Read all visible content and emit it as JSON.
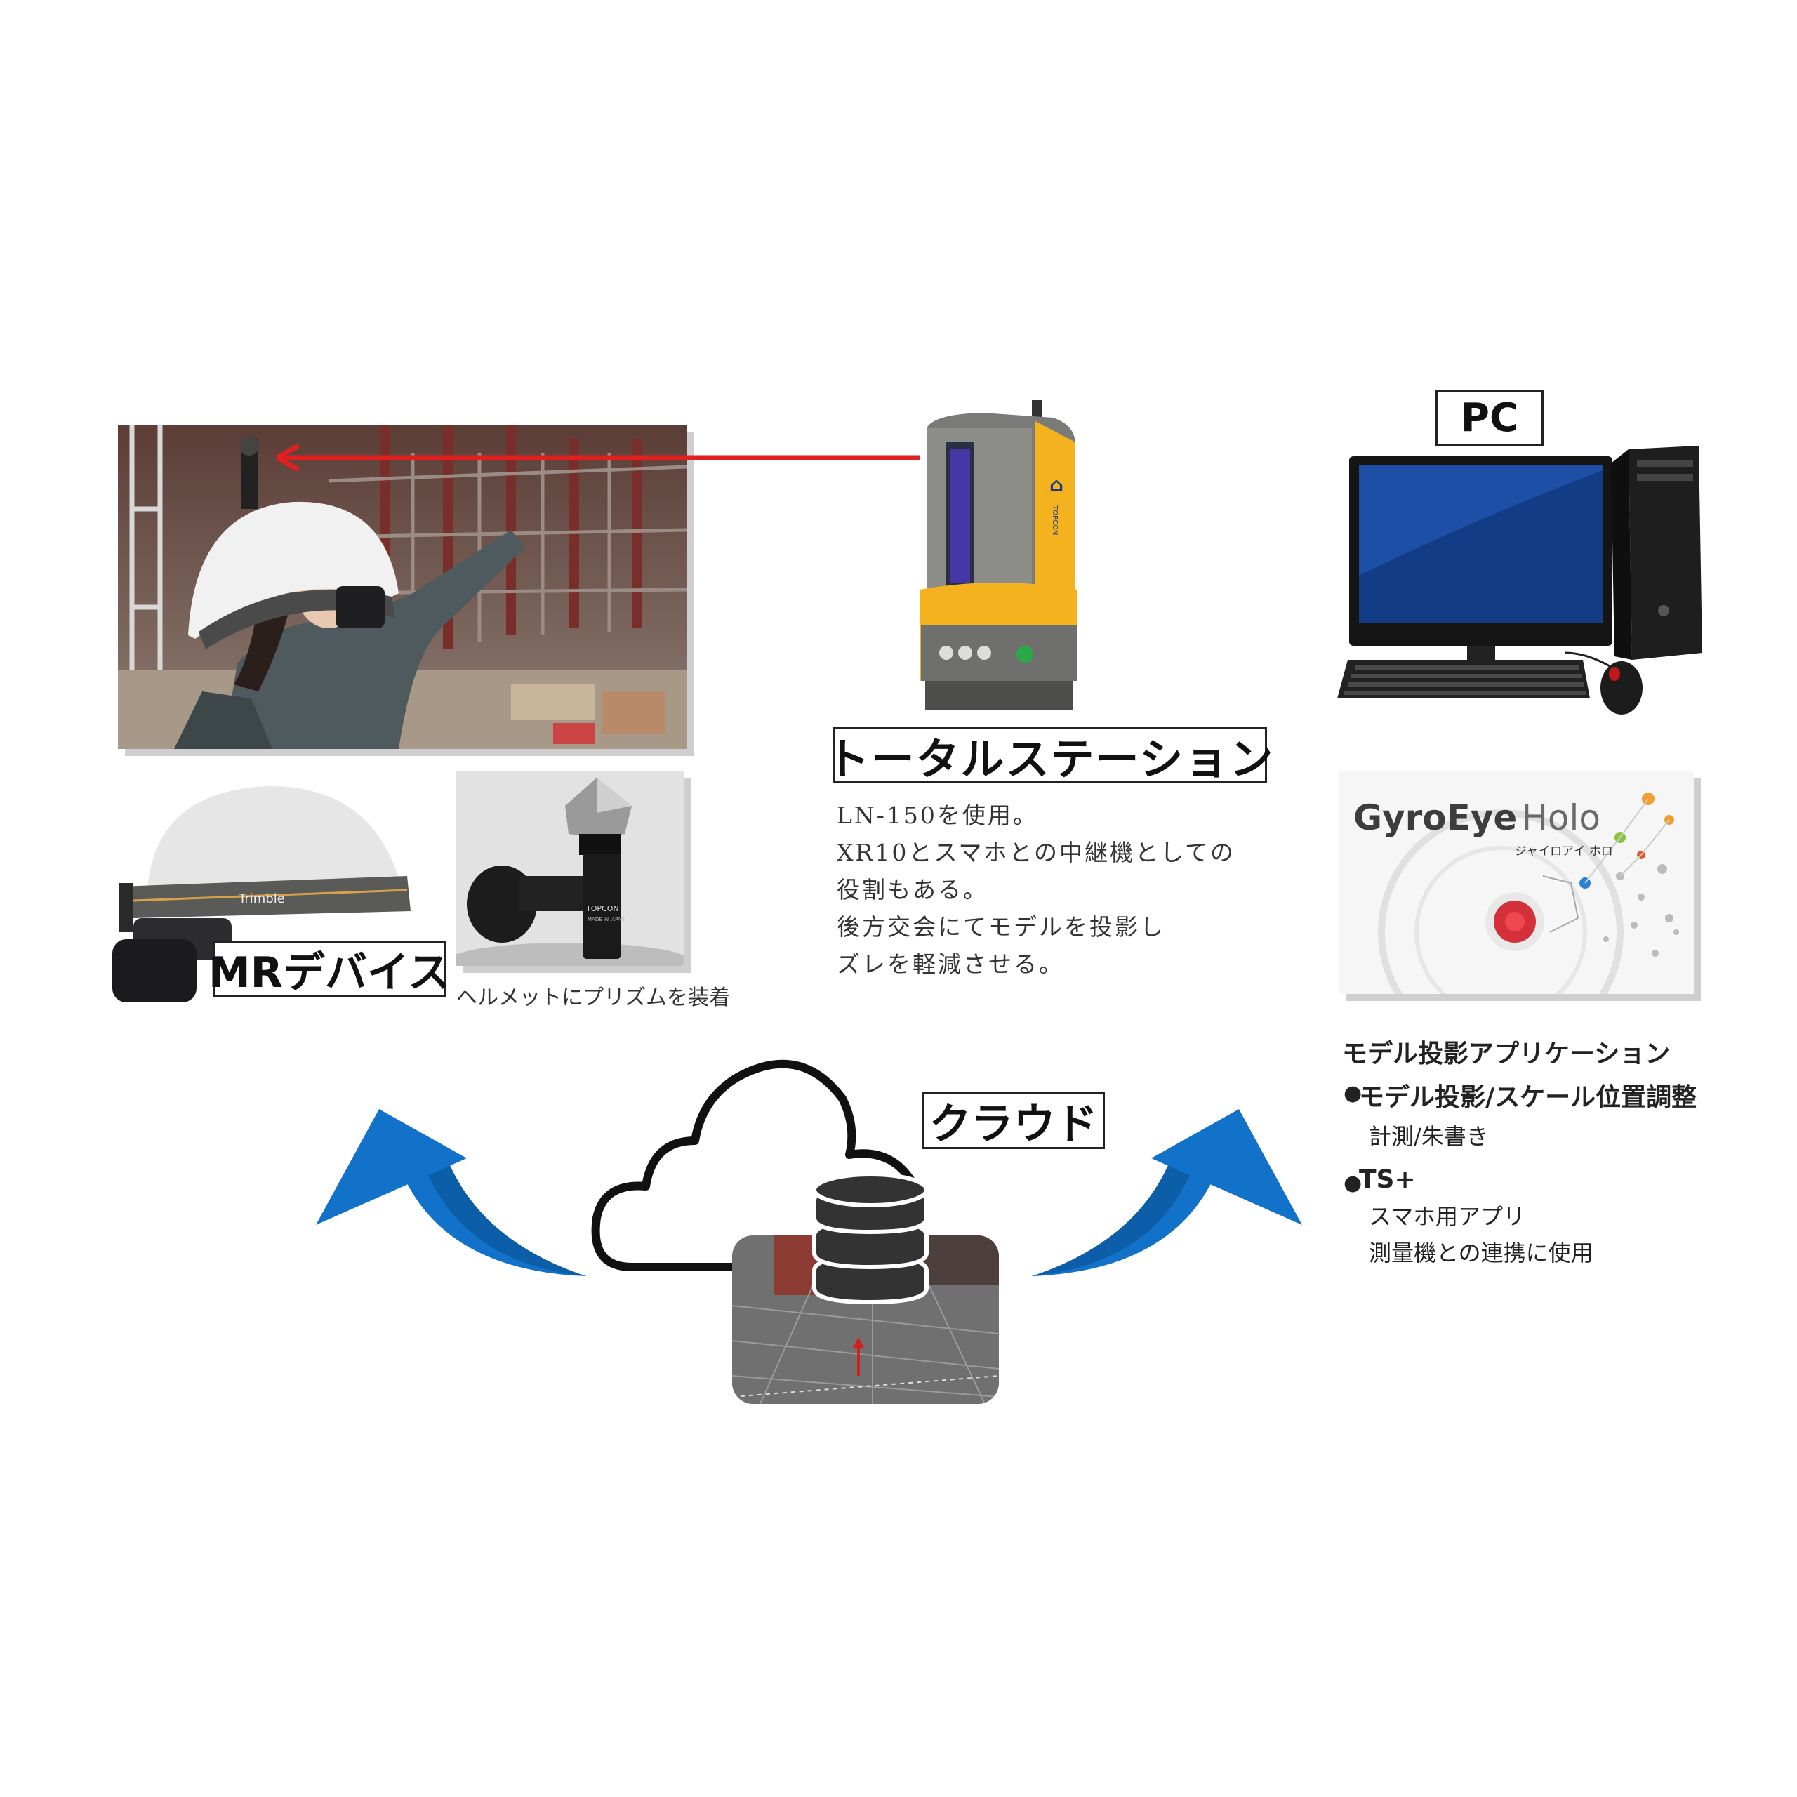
{
  "labels": {
    "pc": "PC",
    "total_station": "トータルステーション",
    "mr_device": "MRデバイス",
    "cloud": "クラウド"
  },
  "ts_description": [
    "LN-150を使用。",
    "XR10とスマホとの中継機としての",
    "役割もある。",
    "後方交会にてモデルを投影し",
    "ズレを軽減させる。"
  ],
  "prism_caption": "ヘルメットにプリズムを装着",
  "prism_photo_text": {
    "brand": "TOPCON",
    "made": "MADE IN JAPAN"
  },
  "helmet_brand": "Trimble",
  "total_station_brand": "TOPCON",
  "app_logo": {
    "name_main": "GyroEye",
    "name_sub": "Holo",
    "kana": "ジャイロアイ ホロ"
  },
  "app": {
    "title": "モデル投影アプリケーション",
    "items": [
      {
        "heading": "モデル投影/スケール位置調整",
        "lines": [
          "計測/朱書き"
        ]
      },
      {
        "heading": "TS+",
        "lines": [
          "スマホ用アプリ",
          "測量機との連携に使用"
        ]
      }
    ]
  },
  "colors": {
    "arrow_red": "#e02020",
    "arrow_blue": "#1272c9",
    "ts_yellow": "#f3b21e",
    "monitor_blue": "#1e4fa6"
  }
}
